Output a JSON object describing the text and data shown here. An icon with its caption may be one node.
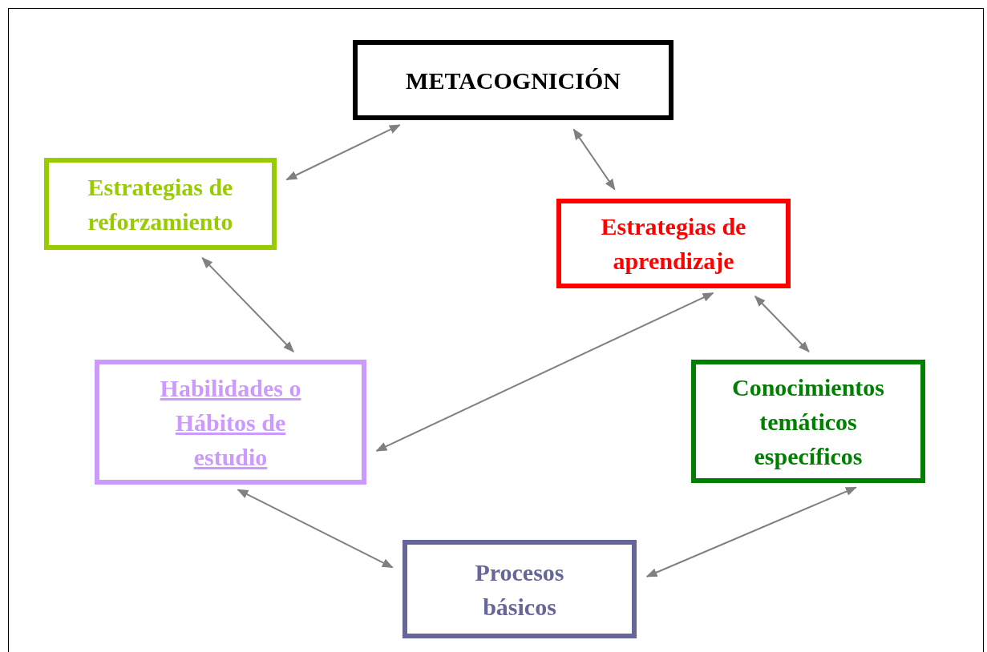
{
  "diagram": {
    "nodes": [
      {
        "text": [
          "METACOGNICIÓN"
        ]
      },
      {
        "text": [
          "Estrategias de reforzamiento"
        ]
      },
      {
        "text": [
          "Estrategias de aprendizaje"
        ]
      },
      {
        "text": [
          "Habilidades o Hábitos de estudio"
        ]
      },
      {
        "text": [
          "Conocimientos temáticos específicos"
        ]
      },
      {
        "text": [
          "Procesos básicos"
        ]
      }
    ],
    "edges": [
      {
        "from": 0,
        "to": 1,
        "arrow": "both"
      },
      {
        "from": 0,
        "to": 2,
        "arrow": "both"
      },
      {
        "from": 1,
        "to": 3,
        "arrow": "both"
      },
      {
        "from": 2,
        "to": 3,
        "arrow": "both"
      },
      {
        "from": 2,
        "to": 4,
        "arrow": "both"
      },
      {
        "from": 3,
        "to": 5,
        "arrow": "both"
      },
      {
        "from": 4,
        "to": 5,
        "arrow": "both"
      }
    ]
  }
}
